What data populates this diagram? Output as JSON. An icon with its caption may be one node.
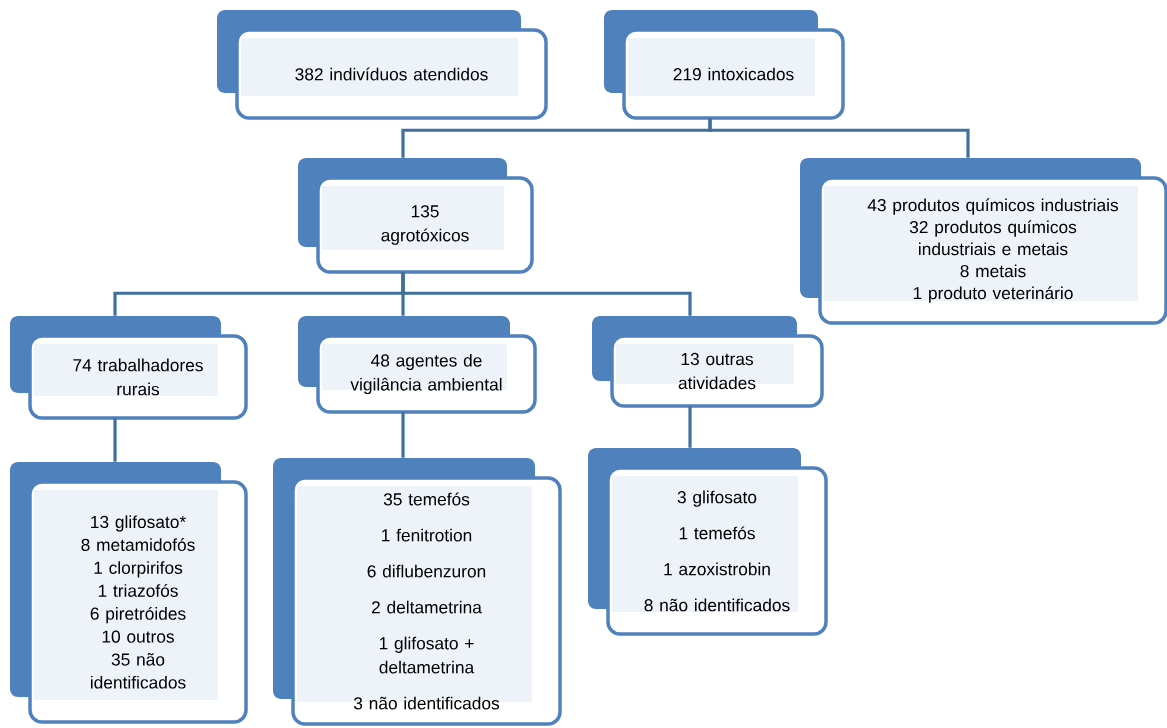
{
  "diagram": {
    "nodes": [
      {
        "text": [
          "382 indivíduos atendidos"
        ]
      },
      {
        "text": [
          "219 intoxicados"
        ]
      },
      {
        "text": [
          "135 agrotóxicos"
        ]
      },
      {
        "text": [
          "43 produtos químicos industriais",
          "32 produtos químicos industriais e metais",
          "8 metais",
          "1 produto veterinário"
        ]
      },
      {
        "text": [
          "74 trabalhadores rurais"
        ]
      },
      {
        "text": [
          "48 agentes de vigilância ambiental"
        ]
      },
      {
        "text": [
          "13 outras atividades"
        ]
      },
      {
        "text": [
          "13 glifosato*",
          "8 metamidofós",
          "1 clorpirifos",
          "1 triazofós",
          "6 piretróides",
          "10 outros",
          "35 não identificados"
        ]
      },
      {
        "text": [
          "35 temefós",
          "1 fenitrotion",
          "6 diflubenzuron",
          "2 deltametrina",
          "1 glifosato + deltametrina",
          "3 não identificados"
        ]
      },
      {
        "text": [
          "3 glifosato",
          "1 temefós",
          "1 azoxistrobin",
          "8 não identificados"
        ]
      }
    ],
    "edges": [
      {
        "from": 1,
        "to": 2,
        "arrow": "none"
      },
      {
        "from": 1,
        "to": 3,
        "arrow": "none"
      },
      {
        "from": 2,
        "to": 4,
        "arrow": "none"
      },
      {
        "from": 2,
        "to": 5,
        "arrow": "none"
      },
      {
        "from": 2,
        "to": 6,
        "arrow": "none"
      },
      {
        "from": 4,
        "to": 7,
        "arrow": "none"
      },
      {
        "from": 5,
        "to": 8,
        "arrow": "none"
      },
      {
        "from": 6,
        "to": 9,
        "arrow": "none"
      }
    ]
  }
}
